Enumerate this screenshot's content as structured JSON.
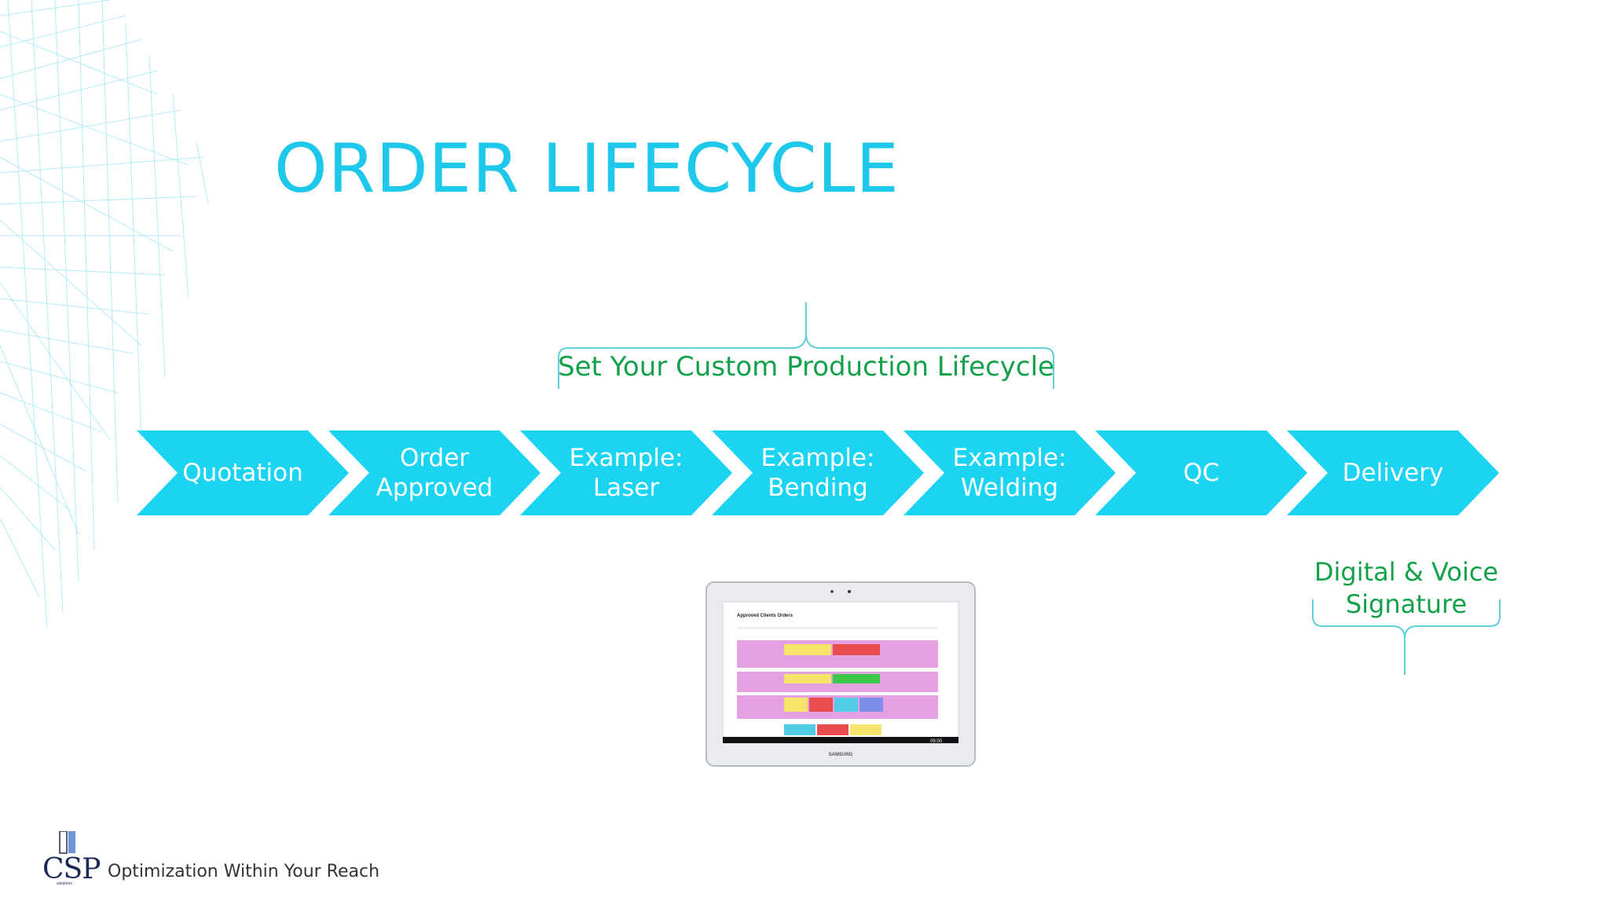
{
  "slide": {
    "title": "ORDER LIFECYCLE",
    "top_brace_label": "Set Your Custom Production Lifecycle",
    "steps": [
      {
        "label": "Quotation"
      },
      {
        "label": "Order\nApproved"
      },
      {
        "label": "Example:\nLaser"
      },
      {
        "label": "Example:\nBending"
      },
      {
        "label": "Example:\nWelding"
      },
      {
        "label": "QC"
      },
      {
        "label": "Delivery"
      }
    ],
    "bottom_brace_label": "Digital & Voice\nSignature",
    "tablet": {
      "brand": "SAMSUNG",
      "screen_title": "Approved Clients Orders",
      "clock": "09:00"
    }
  },
  "footer": {
    "logo_text": "CSP",
    "logo_subtext": "solutions",
    "tagline": "Optimization Within Your Reach"
  },
  "colors": {
    "accent": "#1ec8ea",
    "chevron": "#1ad4f2",
    "green_text": "#12a14a",
    "brace": "#5fd0da"
  },
  "icons": [
    "wireframe-decoration",
    "tablet-device",
    "csp-logo"
  ]
}
